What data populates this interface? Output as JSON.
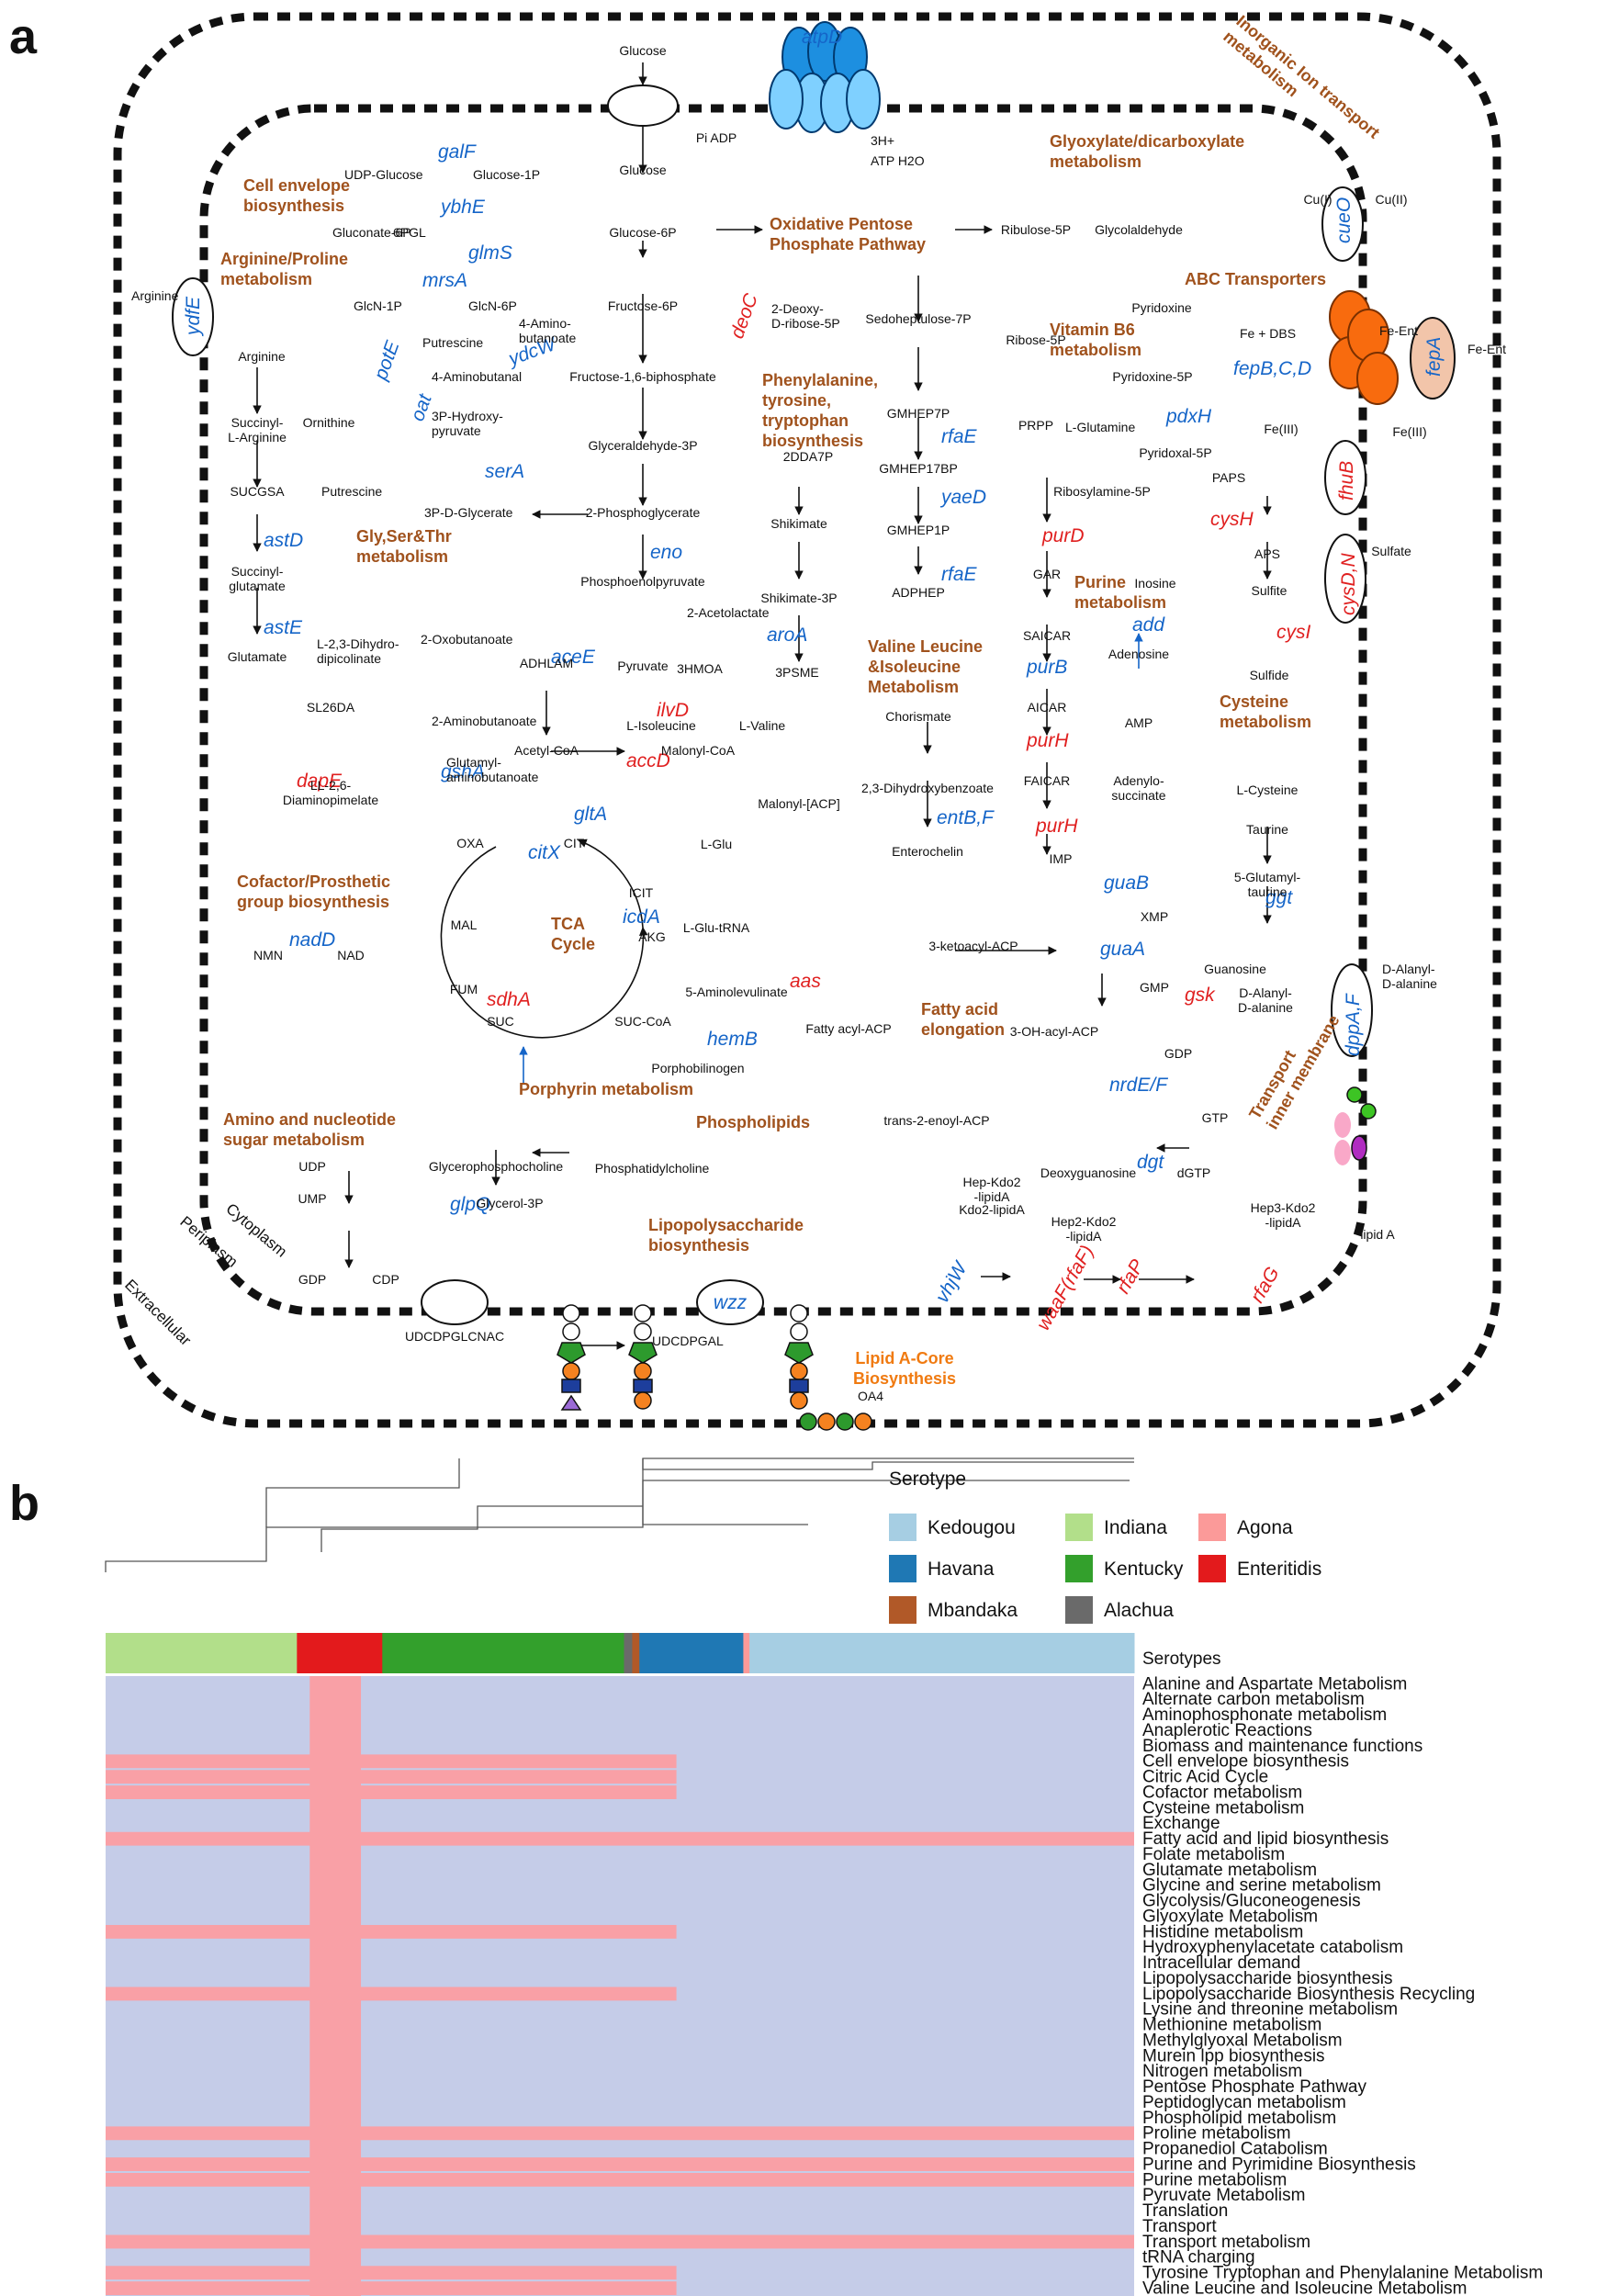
{
  "panels": {
    "a": "a",
    "b": "b"
  },
  "compartments": [
    "Cytoplasm",
    "Periplasm",
    "Extracellular"
  ],
  "pathways": [
    {
      "t": "Cell envelope\nbiosynthesis"
    },
    {
      "t": "Arginine/Proline\nmetabolism"
    },
    {
      "t": "Oxidative Pentose\nPhosphate Pathway"
    },
    {
      "t": "Glyoxylate/dicarboxylate\nmetabolism"
    },
    {
      "t": "ABC Transporters"
    },
    {
      "t": "Vitamin B6\nmetabolism"
    },
    {
      "t": "Phenylalanine,\ntyrosine,\ntryptophan\nbiosynthesis"
    },
    {
      "t": "Gly,Ser&Thr\nmetabolism"
    },
    {
      "t": "Purine\nmetabolism"
    },
    {
      "t": "Valine Leucine\n&Isoleucine\nMetabolism"
    },
    {
      "t": "Cysteine\nmetabolism"
    },
    {
      "t": "Cofactor/Prosthetic\ngroup biosynthesis"
    },
    {
      "t": "TCA\nCycle"
    },
    {
      "t": "Fatty acid\nelongation"
    },
    {
      "t": "Porphyrin metabolism"
    },
    {
      "t": "Amino and nucleotide\nsugar metabolism"
    },
    {
      "t": "Phospholipids"
    },
    {
      "t": "Lipopolysaccharide\nbiosynthesis"
    },
    {
      "t": "Inorganic Ion transport\nmetabolism"
    },
    {
      "t": "Transport\ninner membrane"
    }
  ],
  "pathway_orange": {
    "t": "Lipid A-Core\nBiosynthesis"
  },
  "genes": [
    {
      "t": "atpD",
      "c": "b"
    },
    {
      "t": "galF",
      "c": "b"
    },
    {
      "t": "ybhE",
      "c": "b"
    },
    {
      "t": "glmS",
      "c": "b"
    },
    {
      "t": "mrsA",
      "c": "b"
    },
    {
      "t": "ydfE",
      "c": "b"
    },
    {
      "t": "potE",
      "c": "b"
    },
    {
      "t": "ydcW",
      "c": "b"
    },
    {
      "t": "oat",
      "c": "b"
    },
    {
      "t": "deoC",
      "c": "r"
    },
    {
      "t": "serA",
      "c": "b"
    },
    {
      "t": "eno",
      "c": "b"
    },
    {
      "t": "astD",
      "c": "b"
    },
    {
      "t": "astE",
      "c": "b"
    },
    {
      "t": "rfaE",
      "c": "b"
    },
    {
      "t": "yaeD",
      "c": "b"
    },
    {
      "t": "rfaE",
      "c": "b"
    },
    {
      "t": "pdxH",
      "c": "b"
    },
    {
      "t": "fepB,C,D",
      "c": "b"
    },
    {
      "t": "fepA",
      "c": "b"
    },
    {
      "t": "cueO",
      "c": "b"
    },
    {
      "t": "fhuB",
      "c": "r"
    },
    {
      "t": "cysH",
      "c": "r"
    },
    {
      "t": "cysD,N",
      "c": "r"
    },
    {
      "t": "cysI",
      "c": "r"
    },
    {
      "t": "purD",
      "c": "r"
    },
    {
      "t": "add",
      "c": "b"
    },
    {
      "t": "purB",
      "c": "b"
    },
    {
      "t": "purH",
      "c": "r"
    },
    {
      "t": "purH",
      "c": "r"
    },
    {
      "t": "aroA",
      "c": "b"
    },
    {
      "t": "aceE",
      "c": "b"
    },
    {
      "t": "ilvD",
      "c": "r"
    },
    {
      "t": "accD",
      "c": "r"
    },
    {
      "t": "dapE",
      "c": "r"
    },
    {
      "t": "gshA",
      "c": "b"
    },
    {
      "t": "gltA",
      "c": "b"
    },
    {
      "t": "citX",
      "c": "b"
    },
    {
      "t": "entB,F",
      "c": "b"
    },
    {
      "t": "guaB",
      "c": "b"
    },
    {
      "t": "icdA",
      "c": "b"
    },
    {
      "t": "nadD",
      "c": "b"
    },
    {
      "t": "sdhA",
      "c": "r"
    },
    {
      "t": "aas",
      "c": "r"
    },
    {
      "t": "guaA",
      "c": "b"
    },
    {
      "t": "ggt",
      "c": "b"
    },
    {
      "t": "gsk",
      "c": "r"
    },
    {
      "t": "hemB",
      "c": "b"
    },
    {
      "t": "nrdE/F",
      "c": "b"
    },
    {
      "t": "dppA,F",
      "c": "b"
    },
    {
      "t": "dgt",
      "c": "b"
    },
    {
      "t": "glpQ",
      "c": "b"
    },
    {
      "t": "wzz",
      "c": "b"
    },
    {
      "t": "vhjW",
      "c": "b"
    },
    {
      "t": "waaF(rfaF)",
      "c": "r"
    },
    {
      "t": "rfaP",
      "c": "r"
    },
    {
      "t": "rfaG",
      "c": "r"
    }
  ],
  "metabolites": [
    "Glucose",
    "Pi ADP",
    "3H+",
    "ATP H2O",
    "Glucose",
    "UDP-Glucose",
    "Glucose-1P",
    "Gluconate-6P",
    "6PGL",
    "Glucose-6P",
    "Ribulose-5P",
    "Glycolaldehyde",
    "Cu(I)",
    "Cu(II)",
    "Arginine",
    "Arginine",
    "GlcN-1P",
    "GlcN-6P",
    "Fructose-6P",
    "4-Amino-\nbutanoate",
    "2-Deoxy-\nD-ribose-5P",
    "Sedoheptulose-7P",
    "Ribose-5P",
    "Pyridoxine",
    "Fe + DBS",
    "Fe-Ent",
    "Fe-Ent",
    "Putrescine",
    "4-Aminobutanal",
    "Fructose-1,6-biphosphate",
    "Pyridoxine-5P",
    "Succinyl-\nL-Arginine",
    "Ornithine",
    "3P-Hydroxy-\npyruvate",
    "GMHEP7P",
    "PRPP",
    "Pyridoxal-5P",
    "Fe(III)",
    "Fe(III)",
    "Glyceraldehyde-3P",
    "L-Glutamine",
    "GMHEP17BP",
    "2DDA7P",
    "Putrescine",
    "SUCGSA",
    "3P-D-Glycerate",
    "2-Phosphoglycerate",
    "Ribosylamine-5P",
    "PAPS",
    "Shikimate",
    "GMHEP1P",
    "Succinyl-\nglutamate",
    "APS",
    "Sulfate",
    "GAR",
    "Inosine",
    "Phosphoenolpyruvate",
    "ADPHEP",
    "Shikimate-3P",
    "Sulfite",
    "Glutamate",
    "2-Acetolactate",
    "SAICAR",
    "L-2,3-Dihydro-\ndipicolinate",
    "2-Oxobutanoate",
    "ADHLAM",
    "Pyruvate",
    "3HMOA",
    "3PSME",
    "Adenosine",
    "Sulfide",
    "L-Isoleucine",
    "L-Valine",
    "AICAR",
    "Chorismate",
    "SL26DA",
    "2-Aminobutanoate",
    "AMP",
    "Acetyl-CoA",
    "Malonyl-CoA",
    "2,3-Dihydroxybenzoate",
    "FAICAR",
    "L-Cysteine",
    "Adenylo-\nsuccinate",
    "Glutamyl-\naminobutanoate",
    "LL-2,6-\nDiaminopimelate",
    "Malonyl-[ACP]",
    "Taurine",
    "IMP",
    "Enterochelin",
    "OXA",
    "CIT",
    "L-Glu",
    "5-Glutamyl-\ntaurine",
    "XMP",
    "ICIT",
    "MAL",
    "AKG",
    "L-Glu-tRNA",
    "NMN",
    "NAD",
    "3-ketoacyl-ACP",
    "GMP",
    "Guanosine",
    "D-Alanyl-\nD-alanine",
    "D-Alanyl-\nD-alanine",
    "FUM",
    "5-Aminolevulinate",
    "Fatty acyl-ACP",
    "3-OH-acyl-ACP",
    "SUC",
    "SUC-CoA",
    "GDP",
    "Porphobilinogen",
    "GTP",
    "trans-2-enoyl-ACP",
    "UDP",
    "Glycerophosphocholine",
    "Phosphatidylcholine",
    "dGTP",
    "Deoxyguanosine",
    "UMP",
    "Glycerol-3P",
    "Hep-Kdo2\n-lipidA",
    "Hep3-Kdo2\n-lipidA",
    "Kdo2-lipidA",
    "Hep2-Kdo2\n-lipidA",
    "lipid A",
    "GDP",
    "CDP",
    "UDCDPGLCNAC",
    "UDCDPGAL",
    "OA4"
  ],
  "serotype_legend": {
    "title": "Serotype",
    "items": [
      {
        "name": "Kedougou",
        "color": "#a6cee3"
      },
      {
        "name": "Indiana",
        "color": "#b2df8a"
      },
      {
        "name": "Agona",
        "color": "#fb9a99"
      },
      {
        "name": "Havana",
        "color": "#1f78b4"
      },
      {
        "name": "Kentucky",
        "color": "#33a02c"
      },
      {
        "name": "Enteritidis",
        "color": "#e31a1c"
      },
      {
        "name": "Mbandaka",
        "color": "#b15928"
      },
      {
        "name": "Alachua",
        "color": "#6a6a6a"
      }
    ]
  },
  "heatmap": {
    "bar_label": "Serotypes",
    "present_color": "#f9a0a6",
    "absent_color": "#c5cce8",
    "serotype_segments": [
      {
        "serotype": "Indiana",
        "color": "#b2df8a",
        "frac": 0.186
      },
      {
        "serotype": "Enteritidis",
        "color": "#e31a1c",
        "frac": 0.083
      },
      {
        "serotype": "Kentucky",
        "color": "#33a02c",
        "frac": 0.235
      },
      {
        "serotype": "Alachua",
        "color": "#6a6a6a",
        "frac": 0.008
      },
      {
        "serotype": "Mbandaka",
        "color": "#b15928",
        "frac": 0.007
      },
      {
        "serotype": "Havana",
        "color": "#1f78b4",
        "frac": 0.101
      },
      {
        "serotype": "Agona",
        "color": "#fb9a99",
        "frac": 0.006
      },
      {
        "serotype": "Kedougou",
        "color": "#a6cee3",
        "frac": 0.374
      }
    ],
    "rows": [
      "Alanine and Aspartate Metabolism",
      "Alternate carbon metabolism",
      "Aminophosphonate metabolism",
      "Anaplerotic Reactions",
      "Biomass and maintenance functions",
      "Cell envelope biosynthesis",
      "Citric Acid Cycle",
      "Cofactor metabolism",
      "Cysteine metabolism",
      "Exchange",
      "Fatty acid and lipid biosynthesis",
      "Folate metabolism",
      "Glutamate metabolism",
      "Glycine and serine metabolism",
      "Glycolysis/Gluconeogenesis",
      "Glyoxylate Metabolism",
      "Histidine metabolism",
      "Hydroxyphenylacetate catabolism",
      "Intracellular demand",
      "Lipopolysaccharide biosynthesis",
      "Lipopolysaccharide Biosynthesis Recycling",
      "Lysine and threonine metabolism",
      "Methionine metabolism",
      "Methylglyoxal Metabolism",
      "Murein lpp biosynthesis",
      "Nitrogen metabolism",
      "Pentose Phosphate Pathway",
      "Peptidoglycan metabolism",
      "Phospholipid metabolism",
      "Proline metabolism",
      "Propanediol Catabolism",
      "Purine and Pyrimidine Biosynthesis",
      "Purine metabolism",
      "Pyruvate Metabolism",
      "Translation",
      "Transport",
      "Transport metabolism",
      "tRNA charging",
      "Tyrosine Tryptophan and Phenylalanine Metabolism",
      "Valine Leucine and Isoleucine Metabolism"
    ],
    "row_state": [
      "a",
      "a",
      "a",
      "a",
      "a",
      "p",
      "p",
      "p",
      "a",
      "a",
      "P",
      "a",
      "a",
      "a",
      "a",
      "a",
      "p",
      "a",
      "a",
      "a",
      "p",
      "a",
      "a",
      "a",
      "a",
      "a",
      "a",
      "a",
      "a",
      "P",
      "a",
      "P",
      "P",
      "a",
      "a",
      "a",
      "P",
      "a",
      "p",
      "p"
    ]
  }
}
